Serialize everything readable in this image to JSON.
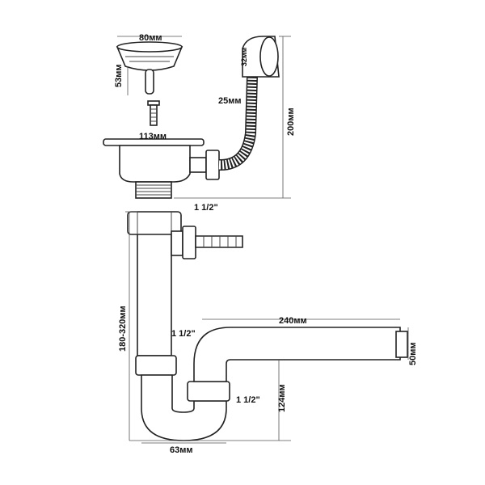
{
  "labels": {
    "strainer_width": "80мм",
    "strainer_height": "53мм",
    "cap_diameter": "32мм",
    "hose_diameter": "25мм",
    "overflow_height": "200мм",
    "basket_width": "113мм",
    "top_thread": "1 1/2\"",
    "pipe_height": "180-320мм",
    "outlet_length": "240мм",
    "trap_thread": "1 1/2\"",
    "outlet_diameter": "50мм",
    "trap_nut_thread": "1 1/2\"",
    "outlet_height": "124мм",
    "trap_width": "63мм"
  }
}
